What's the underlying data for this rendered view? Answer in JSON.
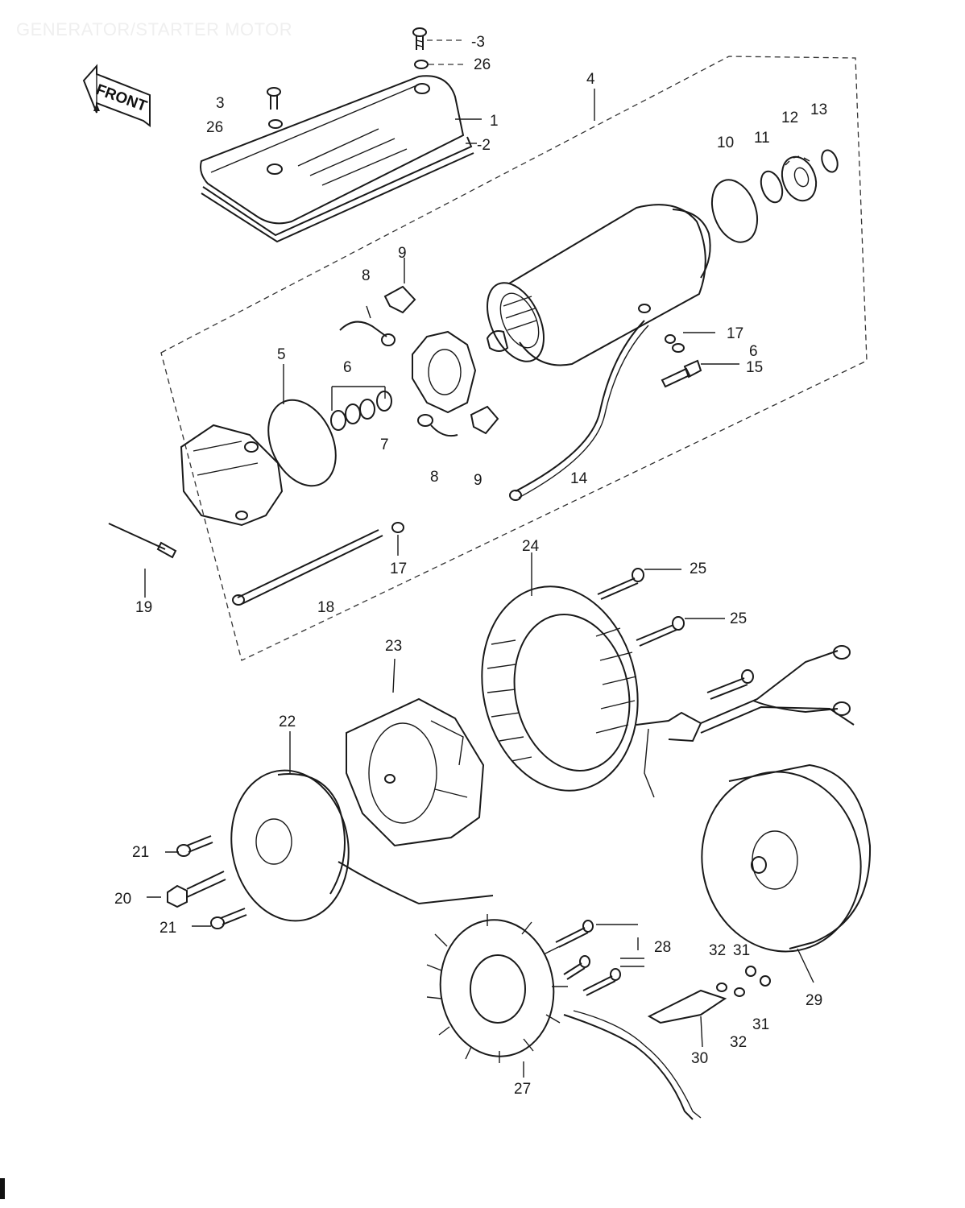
{
  "page": {
    "title": "GENERATOR/STARTER MOTOR",
    "front_label": "FRONT"
  },
  "callouts": {
    "c1": "1",
    "c2": "-2",
    "c3a": "-3",
    "c3b": "3",
    "c4": "4",
    "c5": "5",
    "c6a": "6",
    "c6b": "6",
    "c7": "7",
    "c8a": "8",
    "c8b": "8",
    "c9a": "9",
    "c9b": "9",
    "c10": "10",
    "c11": "11",
    "c12": "12",
    "c13": "13",
    "c14": "14",
    "c15": "15",
    "c17a": "17",
    "c17b": "17",
    "c18": "18",
    "c19": "19",
    "c20": "20",
    "c21a": "21",
    "c21b": "21",
    "c22": "22",
    "c23": "23",
    "c24": "24",
    "c25a": "25",
    "c25b": "25",
    "c26a": "26",
    "c26b": "26",
    "c27": "27",
    "c28": "28",
    "c29": "29",
    "c30": "30",
    "c31a": "31",
    "c31b": "31",
    "c32a": "32",
    "c32b": "32"
  },
  "icons": {
    "front_arrow": "front-arrow-icon"
  }
}
